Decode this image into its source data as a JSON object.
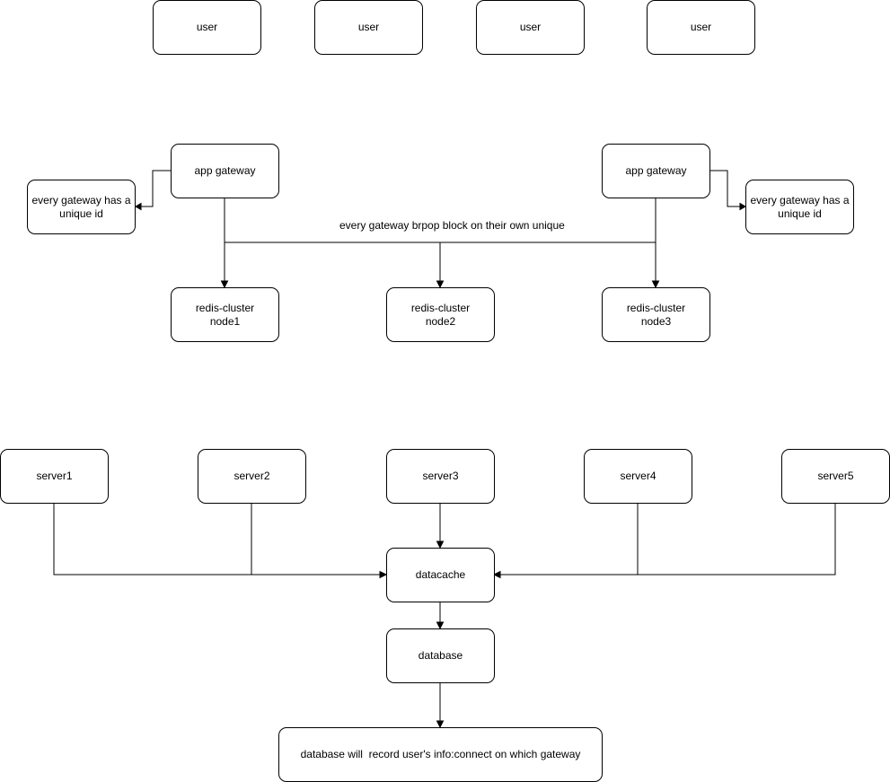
{
  "users": [
    {
      "label": "user"
    },
    {
      "label": "user"
    },
    {
      "label": "user"
    },
    {
      "label": "user"
    }
  ],
  "gateways": {
    "left": {
      "label": "app gateway",
      "note": "every gateway has a unique id"
    },
    "right": {
      "label": "app gateway",
      "note": "every gateway has a unique id"
    }
  },
  "gateway_edge_label": "every gateway brpop block on their own unique",
  "redis_nodes": [
    {
      "label": "redis-cluster node1"
    },
    {
      "label": "redis-cluster node2"
    },
    {
      "label": "redis-cluster node3"
    }
  ],
  "servers": [
    {
      "label": "server1"
    },
    {
      "label": "server2"
    },
    {
      "label": "server3"
    },
    {
      "label": "server4"
    },
    {
      "label": "server5"
    }
  ],
  "datacache": {
    "label": "datacache"
  },
  "database": {
    "label": "database"
  },
  "database_note": {
    "label": "database will  record user's info:connect on which gateway"
  }
}
